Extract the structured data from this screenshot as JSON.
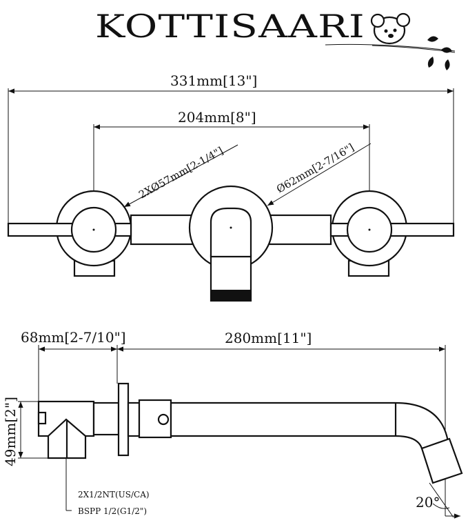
{
  "brand": {
    "name": "KOTTISAARI",
    "logo_icon": "koala-on-branch-icon"
  },
  "front_view": {
    "overall_width": "331mm[13\"]",
    "center_spacing": "204mm[8\"]",
    "handle_escutcheon": "2XØ57mm[2-1/4\"]",
    "spout_escutcheon": "Ø62mm[2-7/16\"]"
  },
  "side_view": {
    "wall_depth": "68mm[2-7/10\"]",
    "spout_reach": "280mm[11\"]",
    "body_height": "49mm[2\"]",
    "connection_line1": "2X1/2NT(US/CA)",
    "connection_line2": "BSPP 1/2(G1/2\")",
    "spout_angle": "20°"
  }
}
